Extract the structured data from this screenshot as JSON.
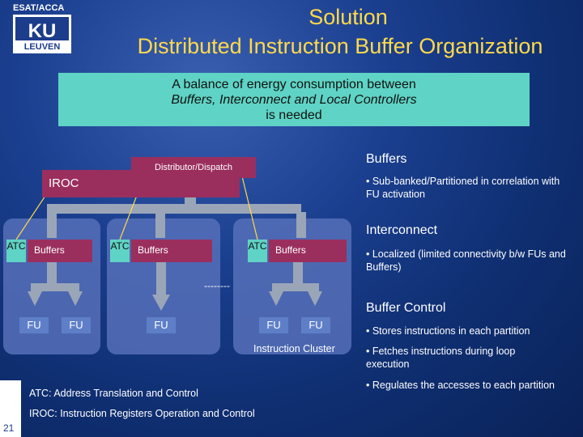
{
  "header": {
    "dept": "ESAT/ACCA",
    "logo_top": "KU",
    "logo_bottom": "LEUVEN",
    "title_line1": "Solution",
    "title_line2": "Distributed Instruction Buffer Organization"
  },
  "balance_box": {
    "line1": "A balance of energy consumption between",
    "line2": "Buffers, Interconnect and Local Controllers",
    "line3": "is needed"
  },
  "diagram": {
    "distributor": "Distributor/Dispatch",
    "iroc": "IROC",
    "atc_label": "ATC",
    "buffers_label": "Buffers",
    "fu_label": "FU",
    "dashes": "--------",
    "cluster_label": "Instruction Cluster"
  },
  "sections": {
    "buffers": {
      "heading": "Buffers",
      "bullets": [
        "• Sub-banked/Partitioned in correlation with FU activation"
      ]
    },
    "interconnect": {
      "heading": "Interconnect",
      "bullets": [
        "• Localized (limited connectivity b/w FUs and Buffers)"
      ]
    },
    "buffer_control": {
      "heading": "Buffer Control",
      "bullets": [
        "• Stores instructions in each partition",
        "• Fetches instructions during loop execution",
        "• Regulates the accesses to each partition"
      ]
    }
  },
  "legend": {
    "atc": "ATC: Address Translation and Control",
    "iroc": "IROC: Instruction Registers Operation and Control"
  },
  "slide_number": "21",
  "colors": {
    "title": "#ffd94a",
    "teal_box": "#5fd3c5",
    "magenta_box": "#9a2f5e",
    "cluster": "#5670b8",
    "arrow": "#9aa6b8"
  }
}
